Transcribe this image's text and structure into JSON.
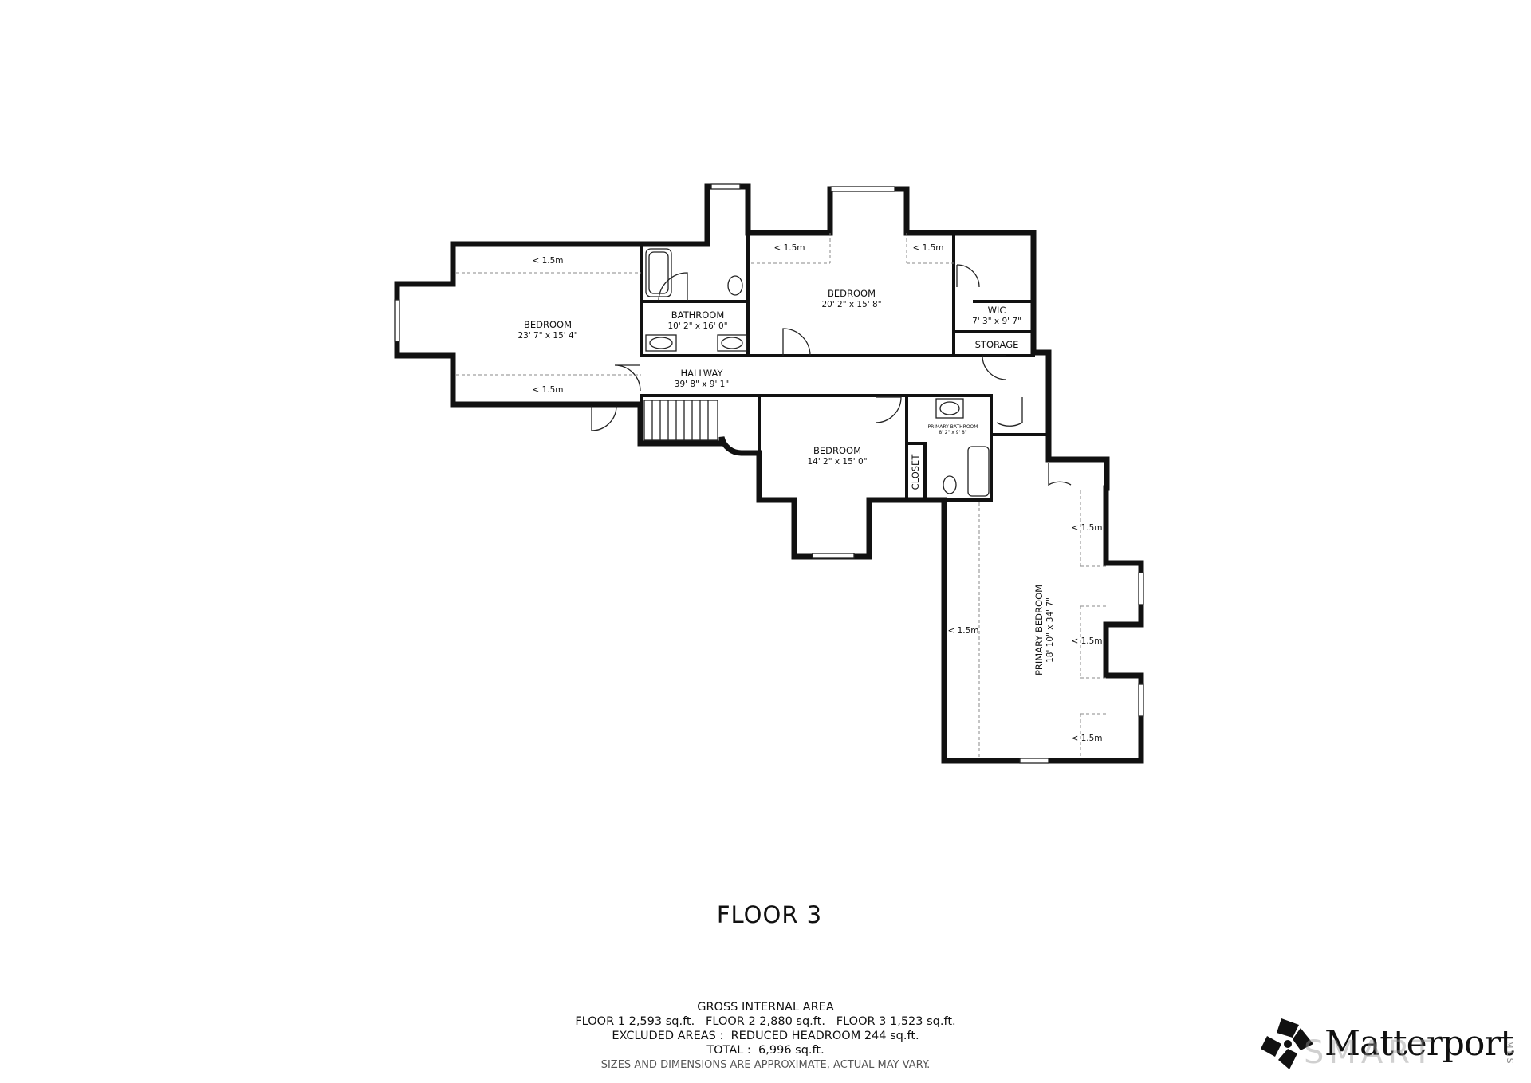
{
  "rooms": [
    {
      "id": "bedroom-west",
      "name": "BEDROOM",
      "dims": "23' 7\" x 15' 4\""
    },
    {
      "id": "bathroom",
      "name": "BATHROOM",
      "dims": "10' 2\" x 16' 0\""
    },
    {
      "id": "bedroom-north",
      "name": "BEDROOM",
      "dims": "20' 2\" x 15' 8\""
    },
    {
      "id": "wic",
      "name": "WIC",
      "dims": "7' 3\" x 9' 7\""
    },
    {
      "id": "storage",
      "name": "STORAGE",
      "dims": ""
    },
    {
      "id": "hallway",
      "name": "HALLWAY",
      "dims": "39' 8\" x 9' 1\""
    },
    {
      "id": "bedroom-south",
      "name": "BEDROOM",
      "dims": "14' 2\" x 15' 0\""
    },
    {
      "id": "primary-bathroom",
      "name": "PRIMARY BATHROOM",
      "dims": "8' 2\" x 9' 8\""
    },
    {
      "id": "closet",
      "name": "CLOSET",
      "dims": ""
    },
    {
      "id": "primary-bedroom",
      "name": "PRIMARY BEDROOM",
      "dims": "18' 10\" x 34' 7\""
    }
  ],
  "headroom_label": "< 1.5m",
  "floor_title": "FLOOR 3",
  "area_summary": {
    "heading": "GROSS INTERNAL AREA",
    "floors": "FLOOR 1 2,593 sq.ft.   FLOOR 2 2,880 sq.ft.   FLOOR 3 1,523 sq.ft.",
    "excluded": "EXCLUDED AREAS :  REDUCED HEADROOM 244 sq.ft.",
    "total": "TOTAL :  6,996 sq.ft.",
    "disclaimer": "SIZES AND DIMENSIONS ARE APPROXIMATE, ACTUAL MAY VARY."
  },
  "logo": {
    "wordmark": "Matterport",
    "overlay": "SMART",
    "suffix": "MLS"
  }
}
